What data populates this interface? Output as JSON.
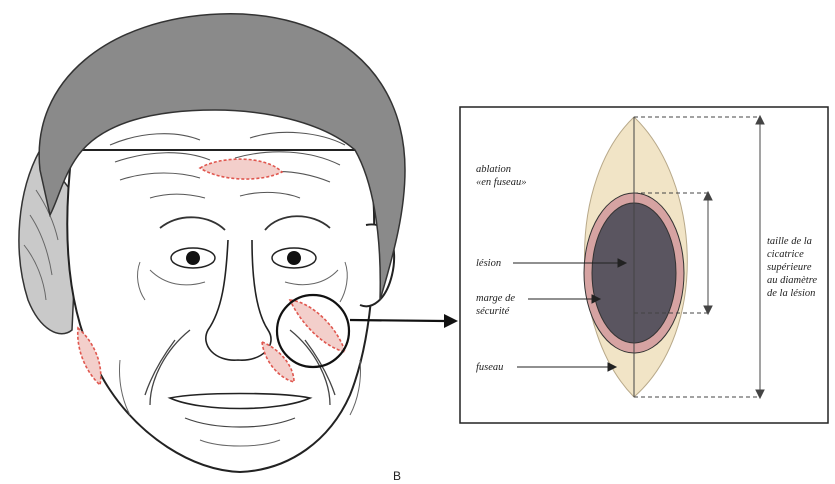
{
  "figure": {
    "panel_letter": "B",
    "labels": {
      "ablation_line1": "ablation",
      "ablation_line2": "«en fuseau»",
      "lesion": "lésion",
      "marge_line1": "marge de",
      "marge_line2": "sécurité",
      "fuseau": "fuseau",
      "taille_line1": "taille de la",
      "taille_line2": "cicatrice",
      "taille_line3": "supérieure",
      "taille_line4": "au diamètre",
      "taille_line5": "de la lésion"
    },
    "colors": {
      "skin_ellipse": "#f1e4c6",
      "safety_margin": "#d6a3a2",
      "lesion": "#5a5560",
      "cap": "#8a8a8a",
      "incision_marks": "#e0574f",
      "outline": "#222222"
    }
  }
}
